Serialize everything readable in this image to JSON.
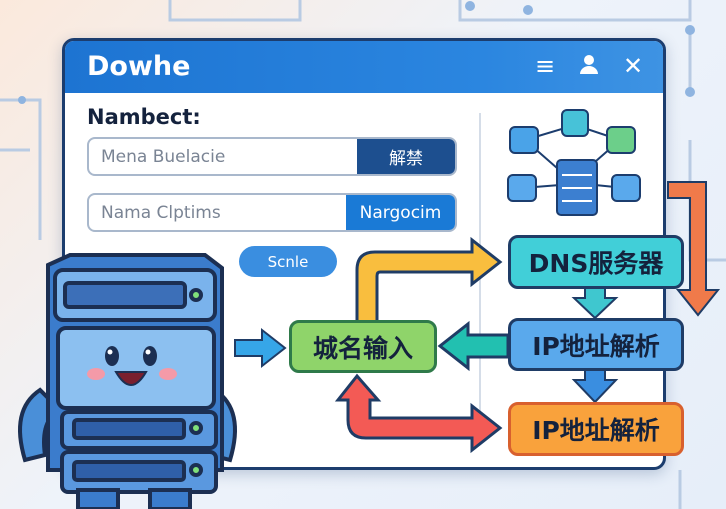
{
  "window": {
    "title": "Dowhe",
    "icons": [
      "menu-icon",
      "user-icon",
      "close-icon"
    ]
  },
  "form": {
    "label": "Nambect:",
    "field1": {
      "value": "Mena Buelacie",
      "button": "解禁"
    },
    "field2": {
      "value": "Nama Clptims",
      "button": "Nargocim"
    },
    "scale_button": "Scnle"
  },
  "diagram": {
    "domain_input": "城名输入",
    "dns_server": "DNS服务器",
    "ip_resolve_1": "IP地址解析",
    "ip_resolve_2": "IP地址解析"
  },
  "colors": {
    "titlebar": "#1d74d2",
    "dns": "#41cfd8",
    "ip1": "#5aa9ec",
    "ip2": "#f9a23c",
    "input": "#8fd46a"
  }
}
